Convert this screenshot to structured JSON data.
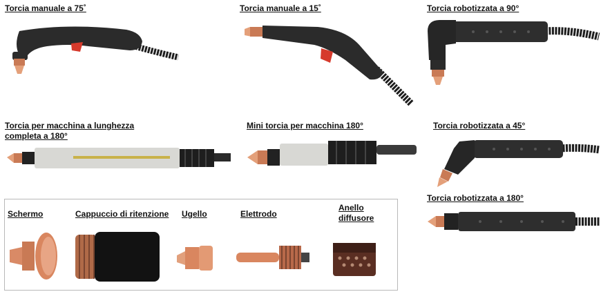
{
  "torches": {
    "manual_75": "Torcia manuale a 75˚",
    "manual_15": "Torcia manuale a 15˚",
    "robotic_90": "Torcia robotizzata a 90°",
    "machine_full_180": "Torcia per macchina a lunghezza completa a 180°",
    "mini_machine_180": "Mini torcia per macchina 180°",
    "robotic_45": "Torcia robotizzata a 45°",
    "robotic_180": "Torcia robotizzata a 180°"
  },
  "consumables": {
    "shield": "Schermo",
    "retaining_cap": "Cappuccio di ritenzione",
    "nozzle": "Ugello",
    "electrode": "Elettrodo",
    "swirl_ring": "Anello diffusore"
  },
  "colors": {
    "torch_body": "#2b2b2b",
    "copper": "#d9865f",
    "trigger": "#d63a2c",
    "white_sleeve": "#d8d8d4"
  }
}
